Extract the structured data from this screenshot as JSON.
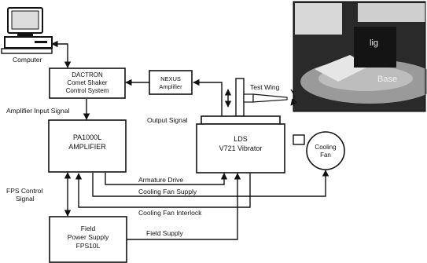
{
  "nodes": {
    "computer": {
      "label": "Computer"
    },
    "dactron": {
      "line1": "DACTRON",
      "line2": "Comet Shaker",
      "line3": "Control System"
    },
    "nexus": {
      "line1": "NEXUS",
      "line2": "Amplifier"
    },
    "amplifier": {
      "line1": "PA1000L",
      "line2": "AMPLIFIER"
    },
    "vibrator": {
      "line1": "LDS",
      "line2": "V721 Vibrator"
    },
    "cooling_fan": {
      "line1": "Cooling",
      "line2": "Fan"
    },
    "power_supply": {
      "line1": "Field",
      "line2": "Power Supply",
      "line3": "FPS10L"
    }
  },
  "signals": {
    "amplifier_input": "Amplifier Input Signal",
    "output": "Output Signal",
    "test_wing": "Test Wing",
    "armature_drive": "Armature Drive",
    "cooling_fan_supply": "Cooling Fan Supply",
    "cooling_fan_interlock": "Cooling Fan Interlock",
    "fps_control_1": "FPS Control",
    "fps_control_2": "Signal",
    "field_supply": "Field Supply"
  },
  "photo": {
    "text1": "lig",
    "text2": "Base"
  }
}
